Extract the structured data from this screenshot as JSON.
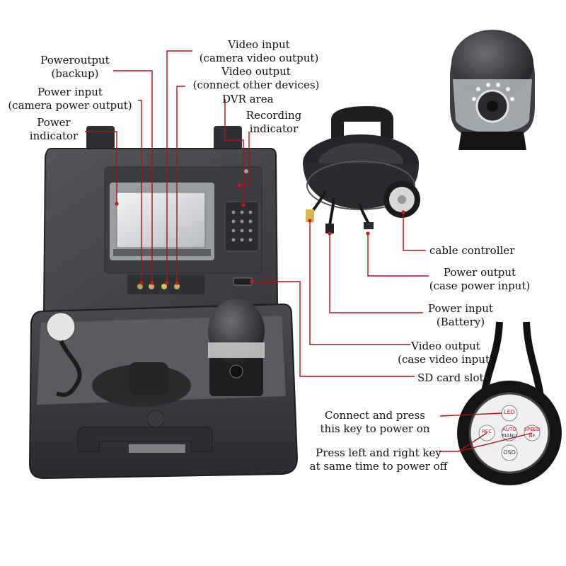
{
  "labels": {
    "poweroutput_backup": [
      "Poweroutput",
      "(backup)"
    ],
    "power_input_camera": [
      "Power input",
      "(camera power output)"
    ],
    "power_indicator": [
      "Power",
      "indicator"
    ],
    "video_input": [
      "Video input",
      "(camera video output)"
    ],
    "video_output_devices": [
      "Video output",
      "(connect other devices)"
    ],
    "dvr_area": "DVR area",
    "recording_indicator": [
      "Recording",
      "indicator"
    ],
    "cable_controller": "cable controller",
    "power_output_case": [
      "Power output",
      "(case power input)"
    ],
    "power_input_battery": [
      "Power input",
      "(Battery)"
    ],
    "video_output_case": [
      "Video output",
      "(case video input)"
    ],
    "sd_card_slot": "SD card slot",
    "connect_press": [
      "Connect and press",
      "this key to power on"
    ],
    "press_left_right": [
      "Press left and right key",
      "at same time to power off"
    ]
  },
  "controller_keys": {
    "top": "LED",
    "left": "REC",
    "center": "AUTO",
    "center_sub": "MANU",
    "right": "SPEED",
    "right_sub": "NF",
    "bottom": "OSD"
  },
  "colors": {
    "leader_line": "#b01018",
    "case_body": "#3a3b3e",
    "foam": "#5a5b5e"
  }
}
